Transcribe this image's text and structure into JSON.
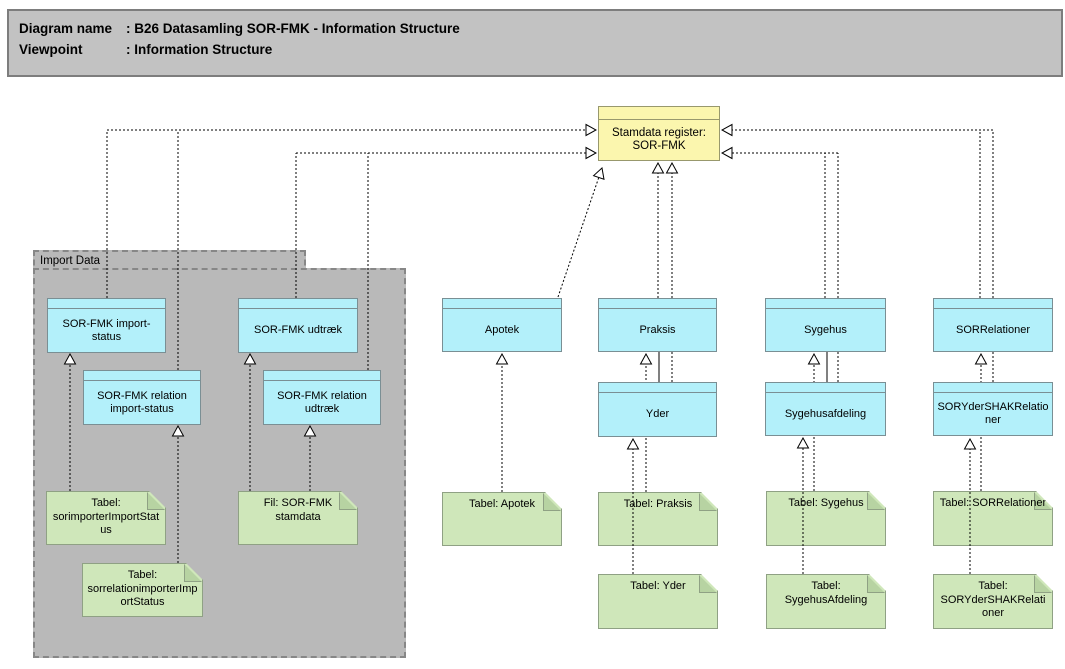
{
  "header": {
    "rows": [
      {
        "label": "Diagram name",
        "value": ": B26 Datasamling SOR-FMK - Information Structure"
      },
      {
        "label": "Viewpoint",
        "value": ": Information Structure"
      }
    ]
  },
  "group": {
    "label": "Import Data"
  },
  "register": {
    "label": "Stamdata register: SOR-FMK"
  },
  "entities": [
    {
      "id": "sor-fmk-import-status",
      "label": "SOR-FMK import-status"
    },
    {
      "id": "sor-fmk-udtraek",
      "label": "SOR-FMK udtræk"
    },
    {
      "id": "sor-fmk-relation-import-status",
      "label": "SOR-FMK relation import-status"
    },
    {
      "id": "sor-fmk-relation-udtraek",
      "label": "SOR-FMK relation udtræk"
    },
    {
      "id": "apotek",
      "label": "Apotek"
    },
    {
      "id": "praksis",
      "label": "Praksis"
    },
    {
      "id": "yder",
      "label": "Yder"
    },
    {
      "id": "sygehus",
      "label": "Sygehus"
    },
    {
      "id": "sygehusafdeling",
      "label": "Sygehusafdeling"
    },
    {
      "id": "sorrelationer",
      "label": "SORRelationer"
    },
    {
      "id": "soryder-shak-relationer",
      "label": "SORYderSHAKRelationer"
    }
  ],
  "notes": [
    {
      "id": "tabel-sorimporterimportstatus",
      "label": "Tabel: sorimporterImportStatus"
    },
    {
      "id": "tabel-sorrelationimporterimportstatus",
      "label": "Tabel: sorrelationimporterImportStatus"
    },
    {
      "id": "fil-sor-fmk-stamdata",
      "label": "Fil: SOR-FMK stamdata"
    },
    {
      "id": "tabel-apotek",
      "label": "Tabel: Apotek"
    },
    {
      "id": "tabel-praksis",
      "label": "Tabel: Praksis"
    },
    {
      "id": "tabel-yder",
      "label": "Tabel: Yder"
    },
    {
      "id": "tabel-sygehus",
      "label": "Tabel: Sygehus"
    },
    {
      "id": "tabel-sygehusafdeling",
      "label": "Tabel: SygehusAfdeling"
    },
    {
      "id": "tabel-sorrelationer",
      "label": "Tabel: SORRelationer"
    },
    {
      "id": "tabel-soryder-shak-relationer",
      "label": "Tabel: SORYderSHAKRelationer"
    }
  ],
  "colors": {
    "header_fill": "#c2c2c2",
    "group_fill": "#b9b9b9",
    "entity_fill": "#b3f0fa",
    "register_fill": "#fbf6ae",
    "note_fill": "#cfe7ba",
    "connector": "#000000"
  }
}
